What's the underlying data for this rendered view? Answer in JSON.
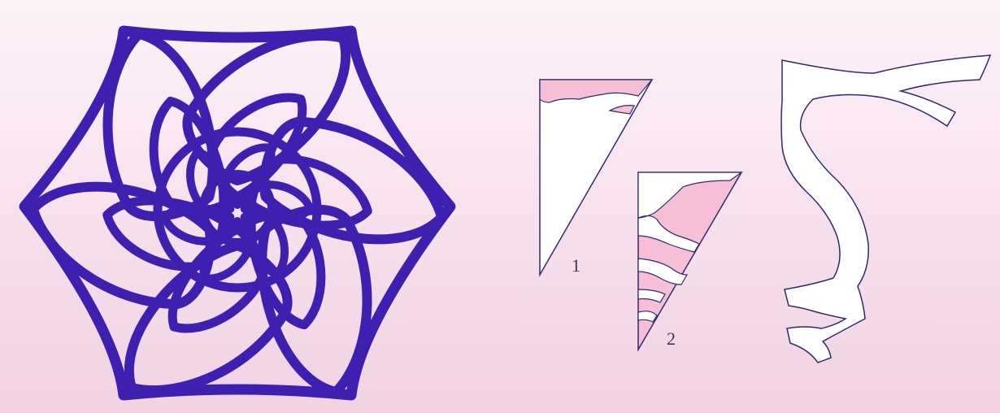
{
  "colors": {
    "background": "#f6dcea",
    "snowflake": "#3f1fb0",
    "paper": "#ffffff",
    "cut_region": "#f6bfd7",
    "outline": "#2f2a6a"
  },
  "snowflake": {
    "icon": "paper-snowflake-icon",
    "petal_count": 6
  },
  "steps": [
    {
      "label": "1"
    },
    {
      "label": "2"
    }
  ],
  "template": {
    "icon": "cutting-template-icon"
  }
}
